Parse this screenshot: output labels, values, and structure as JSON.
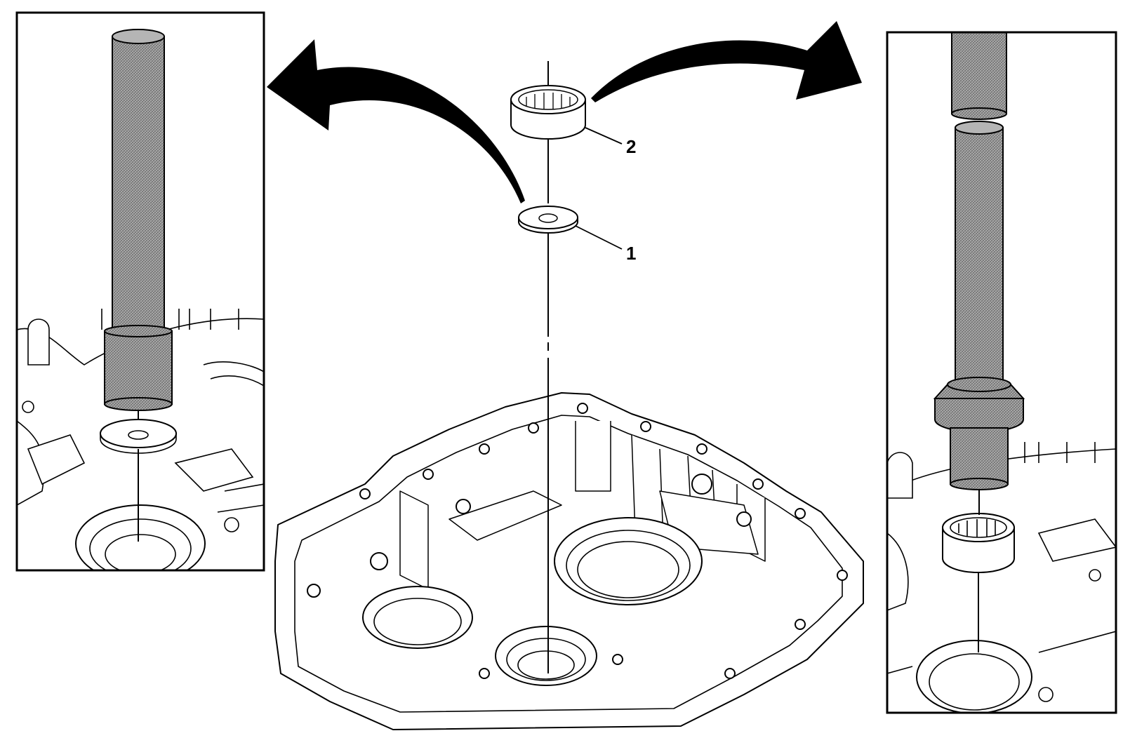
{
  "callouts": [
    {
      "id": "1",
      "label": "1",
      "part": "washer"
    },
    {
      "id": "2",
      "label": "2",
      "part": "roller-bearing"
    }
  ],
  "panels": {
    "left_inset": {
      "content": "installer-driving-washer"
    },
    "right_inset": {
      "content": "installer-driving-bearing"
    }
  },
  "colors": {
    "line": "#000000",
    "fill": "#ffffff",
    "tool_shade": "#8a8a8a"
  }
}
